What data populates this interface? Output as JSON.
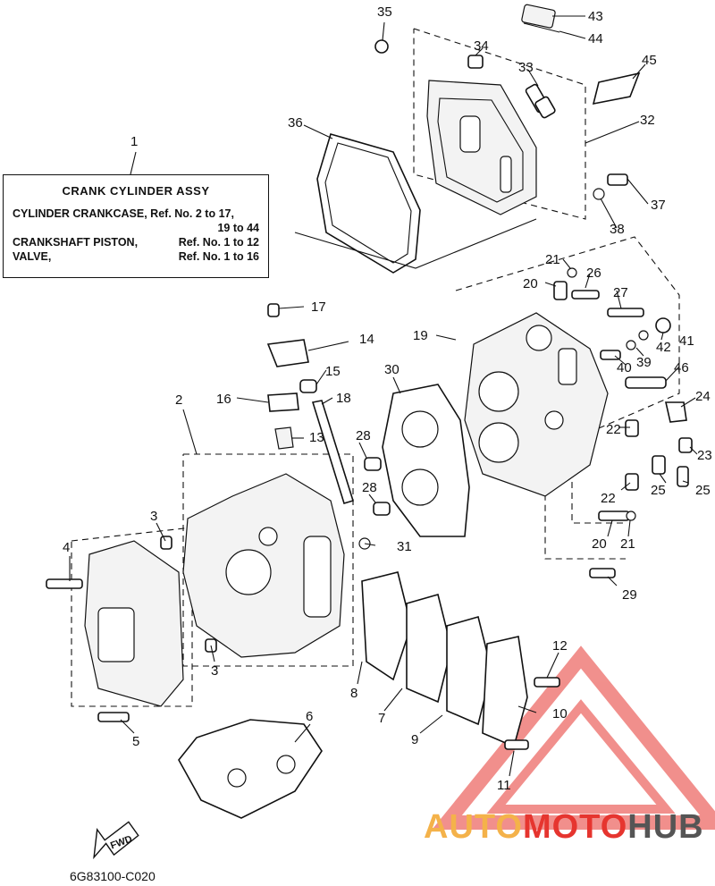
{
  "box": {
    "title": "CRANK  CYLINDER ASSY",
    "rows": [
      {
        "left": "CYLINDER CRANKCASE, Ref. No. 2 to 17,",
        "right": ""
      },
      {
        "left": "",
        "right": "19 to 44"
      },
      {
        "left": "CRANKSHAFT PISTON,",
        "right": "Ref. No. 1 to 12"
      },
      {
        "left": "VALVE,",
        "right": "Ref. No. 1 to 16"
      }
    ]
  },
  "fwd": "FWD",
  "diagram_code": "6G83100-C020",
  "watermark": {
    "a": "AUTO",
    "b": "MOTO",
    "c": "HUB"
  },
  "callouts": [
    "1",
    "2",
    "3",
    "3",
    "4",
    "5",
    "6",
    "7",
    "8",
    "9",
    "10",
    "11",
    "12",
    "13",
    "14",
    "15",
    "16",
    "17",
    "18",
    "19",
    "20",
    "20",
    "21",
    "21",
    "22",
    "22",
    "23",
    "24",
    "25",
    "25",
    "26",
    "27",
    "28",
    "28",
    "29",
    "30",
    "31",
    "32",
    "33",
    "34",
    "35",
    "36",
    "37",
    "38",
    "39",
    "40",
    "41",
    "42",
    "43",
    "44",
    "45",
    "46"
  ],
  "colors": {
    "watermark_red": "#e6352f",
    "watermark_orange": "#f4b24a",
    "watermark_gray": "#555555"
  }
}
